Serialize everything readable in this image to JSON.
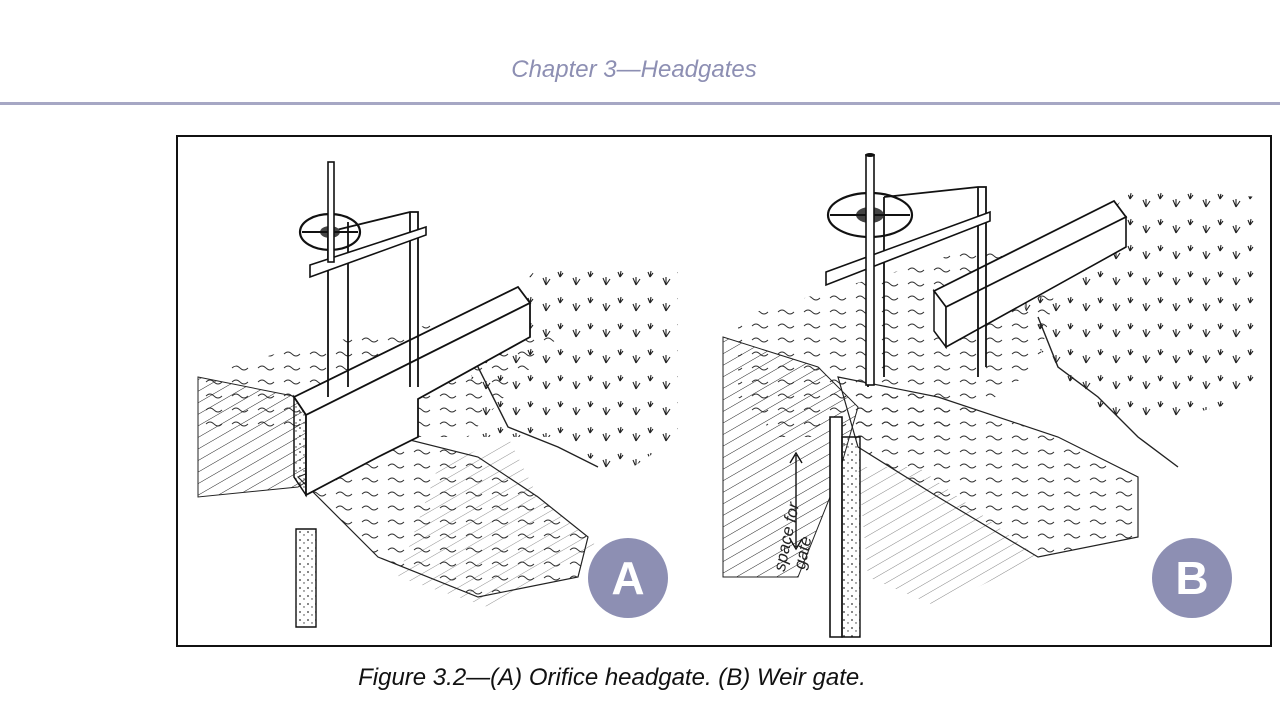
{
  "header": {
    "chapter_title": "Chapter 3—Headgates"
  },
  "figure": {
    "panels": [
      {
        "badge": "A",
        "subject": "orifice-headgate"
      },
      {
        "badge": "B",
        "subject": "weir-gate",
        "annotation_line1": "space for",
        "annotation_line2": "gate"
      }
    ],
    "badge_color": "#8d8fb3",
    "caption": "Figure 3.2—(A) Orifice headgate. (B) Weir gate."
  }
}
